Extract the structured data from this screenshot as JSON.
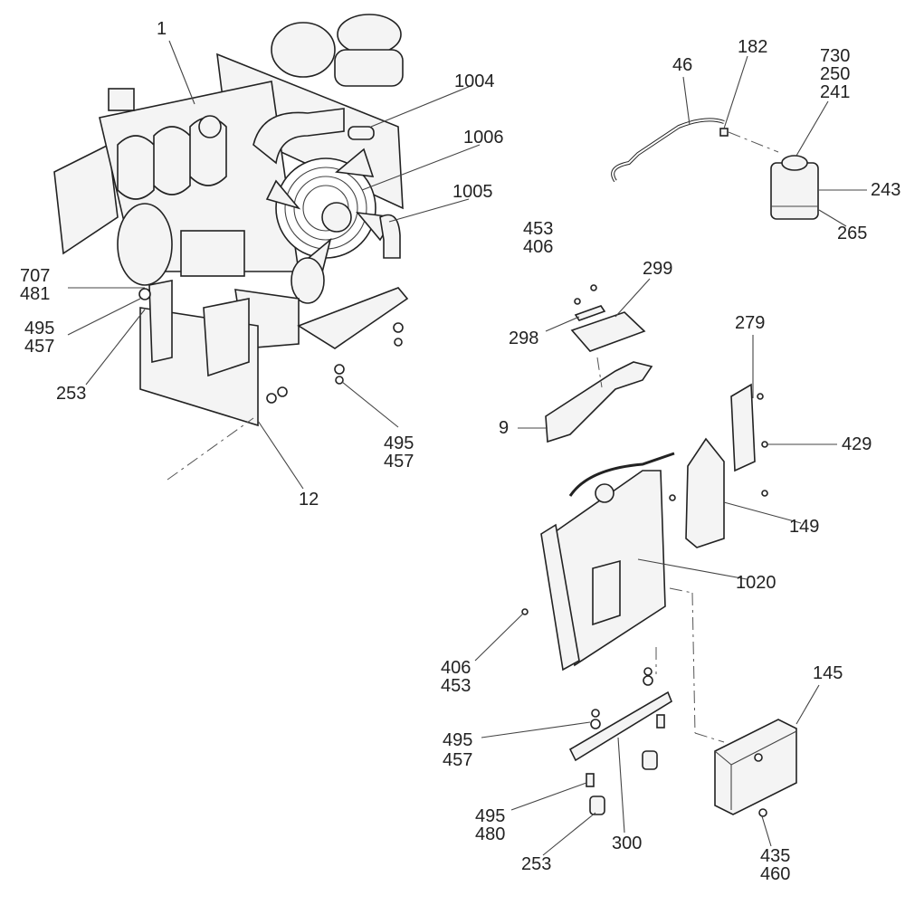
{
  "callouts": {
    "c1": "1",
    "c1004": "1004",
    "c1006": "1006",
    "c1005": "1005",
    "c707": "707",
    "c481": "481",
    "c495a": "495",
    "c457a": "457",
    "c253a": "253",
    "c495b": "495",
    "c457b": "457",
    "c12": "12",
    "c46": "46",
    "c182": "182",
    "c730": "730",
    "c250": "250",
    "c241": "241",
    "c243": "243",
    "c265": "265",
    "c453a": "453",
    "c406a": "406",
    "c299": "299",
    "c298": "298",
    "c9": "9",
    "c279": "279",
    "c429": "429",
    "c149": "149",
    "c1020": "1020",
    "c406b": "406",
    "c453b": "453",
    "c145": "145",
    "c495c": "495",
    "c457c": "457",
    "c495d": "495",
    "c480": "480",
    "c253b": "253",
    "c300": "300",
    "c435": "435",
    "c460": "460"
  }
}
